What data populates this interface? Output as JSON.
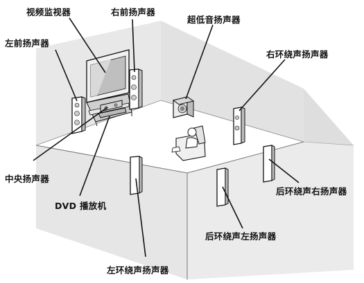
{
  "labels": {
    "video_monitor": "视频监视器",
    "front_right": "右前扬声器",
    "subwoofer": "超低音扬声器",
    "front_left": "左前扬声器",
    "surround_right": "右环绕声扬声器",
    "center": "中央扬声器",
    "surround_back_right": "后环绕声右扬声器",
    "dvd_player": "DVD 播放机",
    "surround_back_left": "后环绕声左扬声器",
    "surround_left": "左环绕声扬声器"
  },
  "colors": {
    "wall_shade": "#e6e6e6",
    "floor": "#ffffff",
    "line": "#111111",
    "speaker_grey": "#bdbdbd"
  }
}
